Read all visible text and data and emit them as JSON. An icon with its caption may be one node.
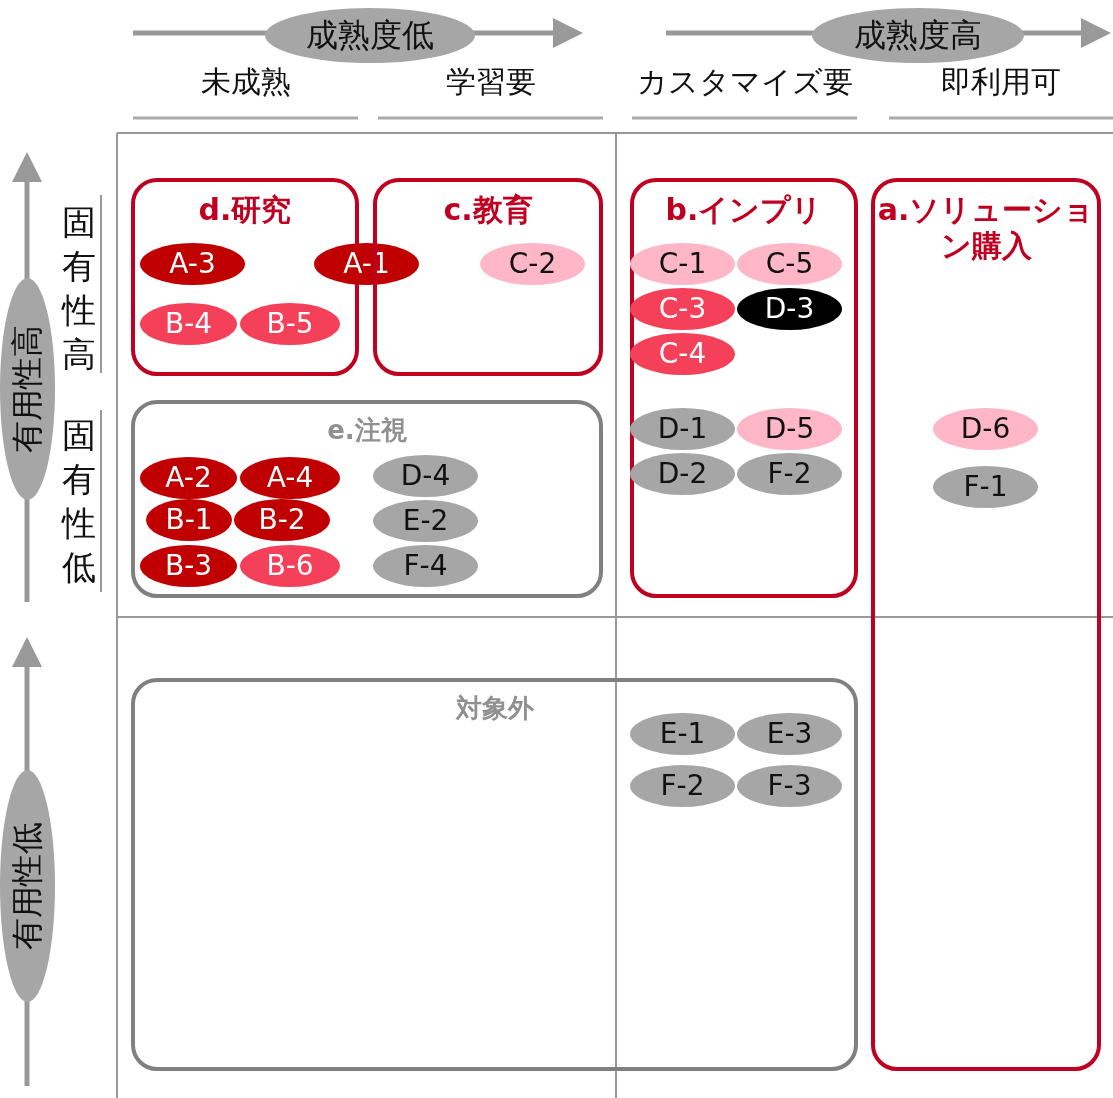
{
  "diagram": {
    "nodes": [
      {
        "text": [
          "成熟度低"
        ]
      },
      {
        "text": [
          "成熟度高"
        ]
      },
      {
        "text": [
          "有用性高"
        ]
      },
      {
        "text": [
          "有用性低"
        ]
      },
      {
        "text": [
          "d.研究"
        ]
      },
      {
        "text": [
          "A-3"
        ],
        "in": 4
      },
      {
        "text": [
          "A-1"
        ]
      },
      {
        "text": [
          "B-4"
        ],
        "in": 4
      },
      {
        "text": [
          "B-5"
        ],
        "in": 4
      },
      {
        "text": [
          "c.教育"
        ]
      },
      {
        "text": [
          "C-2"
        ],
        "in": 9
      },
      {
        "text": [
          "b.インプリ"
        ]
      },
      {
        "text": [
          "C-1"
        ],
        "in": 11
      },
      {
        "text": [
          "C-5"
        ],
        "in": 11
      },
      {
        "text": [
          "C-3"
        ],
        "in": 11
      },
      {
        "text": [
          "D-3"
        ],
        "in": 11
      },
      {
        "text": [
          "C-4"
        ],
        "in": 11
      },
      {
        "text": [
          "D-1"
        ],
        "in": 11
      },
      {
        "text": [
          "D-5"
        ],
        "in": 11
      },
      {
        "text": [
          "D-2"
        ],
        "in": 11
      },
      {
        "text": [
          "F-2"
        ],
        "in": 11
      },
      {
        "text": [
          "a.ソリューション購入"
        ]
      },
      {
        "text": [
          "D-6"
        ],
        "in": 21
      },
      {
        "text": [
          "F-1"
        ],
        "in": 21
      },
      {
        "text": [
          "e.注視"
        ]
      },
      {
        "text": [
          "A-2"
        ],
        "in": 24
      },
      {
        "text": [
          "A-4"
        ],
        "in": 24
      },
      {
        "text": [
          "D-4"
        ],
        "in": 24
      },
      {
        "text": [
          "B-1"
        ],
        "in": 24
      },
      {
        "text": [
          "B-2"
        ],
        "in": 24
      },
      {
        "text": [
          "E-2"
        ],
        "in": 24
      },
      {
        "text": [
          "B-3"
        ],
        "in": 24
      },
      {
        "text": [
          "B-6"
        ],
        "in": 24
      },
      {
        "text": [
          "F-4"
        ],
        "in": 24
      },
      {
        "text": [
          "対象外"
        ]
      },
      {
        "text": [
          "E-1"
        ],
        "in": 34
      },
      {
        "text": [
          "E-3"
        ],
        "in": 34
      },
      {
        "text": [
          "F-2"
        ],
        "in": 34
      },
      {
        "text": [
          "F-3"
        ],
        "in": 34
      }
    ],
    "edges": [],
    "labels": [
      "未成熟",
      "学習要",
      "カスタマイズ要",
      "即利用可",
      "固有性高",
      "固有性低"
    ]
  }
}
